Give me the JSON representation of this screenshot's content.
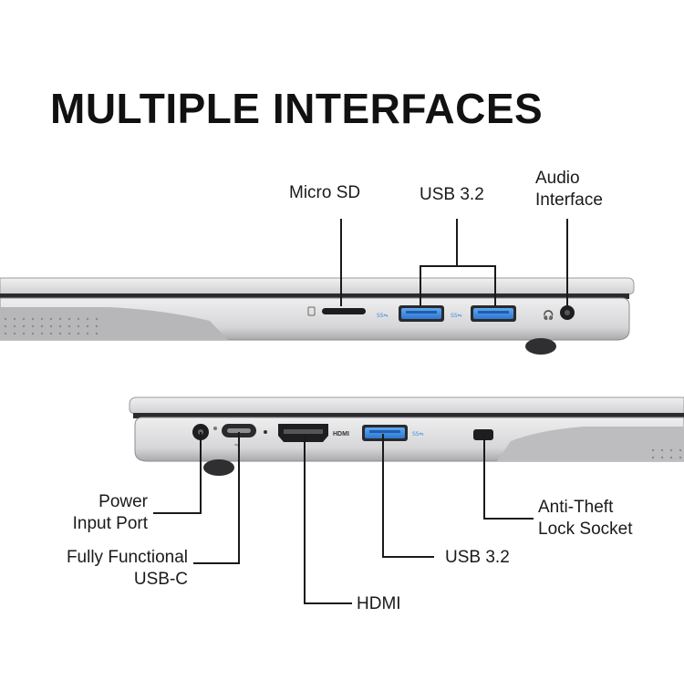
{
  "title": "MULTIPLE INTERFACES",
  "colors": {
    "background": "#ffffff",
    "body_silver": "#d9d9da",
    "usb_blue": "#3c8de0",
    "callout_line": "#1a1a1a"
  },
  "top_view": {
    "labels": {
      "micro_sd": "Micro SD",
      "usb": "USB 3.2",
      "audio_line1": "Audio",
      "audio_line2": "Interface"
    },
    "ports": [
      "micro-sd-slot-icon",
      "usb-a-port-icon",
      "usb-a-port-icon",
      "audio-jack-icon"
    ]
  },
  "bottom_view": {
    "labels": {
      "power_line1": "Power",
      "power_line2": "Input Port",
      "usbc_line1": "Fully Functional",
      "usbc_line2": "USB-C",
      "hdmi": "HDMI",
      "usb": "USB 3.2",
      "lock_line1": "Anti-Theft",
      "lock_line2": "Lock Socket"
    },
    "port_text": {
      "hdmi": "HDMI"
    },
    "ports": [
      "dc-power-jack-icon",
      "usb-c-port-icon",
      "hdmi-port-icon",
      "usb-a-port-icon",
      "lock-slot-icon"
    ]
  }
}
